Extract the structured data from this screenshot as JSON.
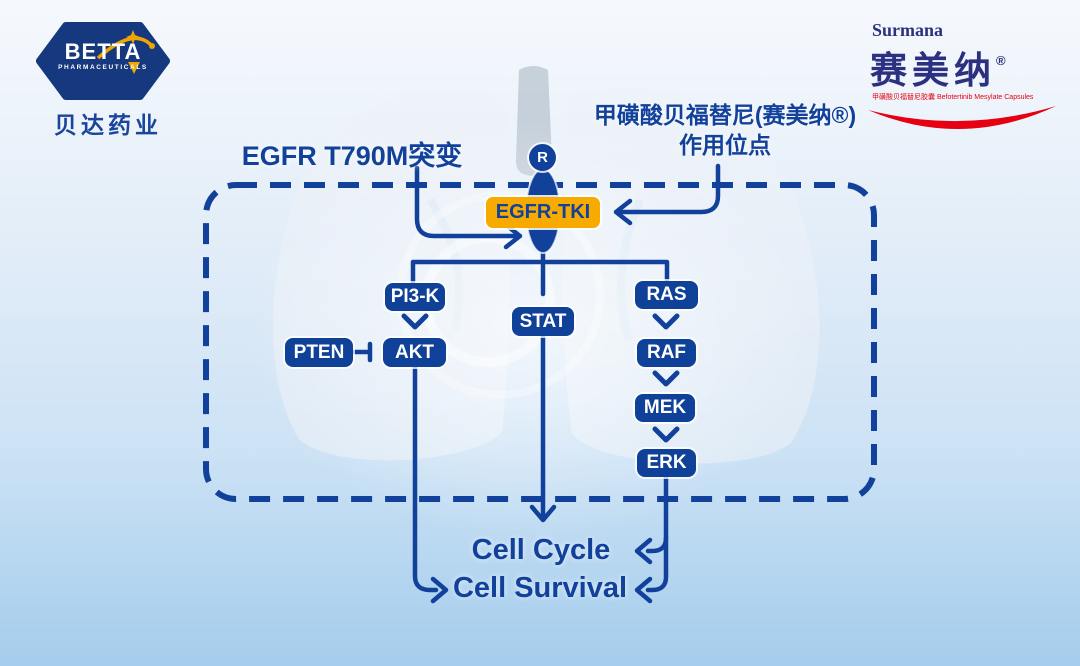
{
  "branding": {
    "betta_name": "BETTA",
    "betta_sub": "PHARMACEUTICALS",
    "betta_cn": "贝达药业",
    "surmana_en": "Surmana",
    "surmana_cn": "赛美纳",
    "surmana_reg": "®",
    "surmana_product": "甲磺酸贝福替尼胶囊 Befotertinib Mesylate Capsules"
  },
  "diagram": {
    "mutation_label": "EGFR T790M突变",
    "site_label_line1": "甲磺酸贝福替尼(赛美纳®)",
    "site_label_line2": "作用位点",
    "receptor": "R",
    "drug_box": "EGFR-TKI",
    "nodes": {
      "pi3k": "PI3-K",
      "akt": "AKT",
      "pten": "PTEN",
      "stat": "STAT",
      "ras": "RAS",
      "raf": "RAF",
      "mek": "MEK",
      "erk": "ERK"
    },
    "outcomes": {
      "cell_cycle": "Cell Cycle",
      "cell_survival": "Cell Survival"
    }
  },
  "colors": {
    "primary_blue": "#11419a",
    "accent_yellow": "#f7ab00",
    "brand_red": "#e60012",
    "surmana_indigo": "#2b3080"
  }
}
